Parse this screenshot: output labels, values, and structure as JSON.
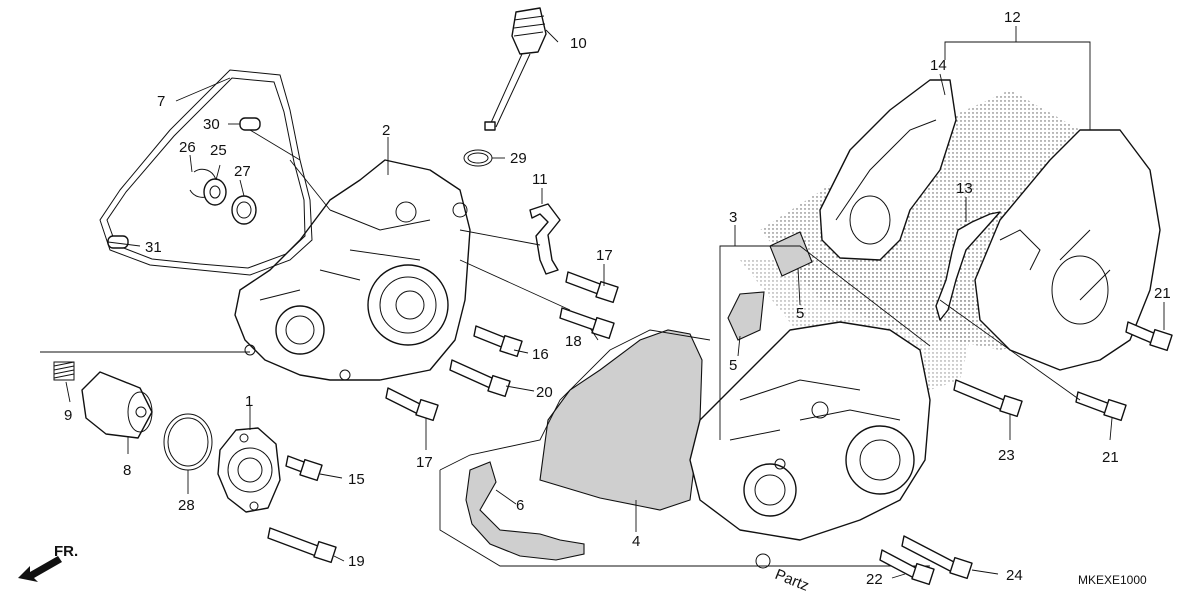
{
  "diagram": {
    "code": "MKEXE1000",
    "direction_label": "FR.",
    "watermark": "Partz",
    "callouts": {
      "c1": "1",
      "c2": "2",
      "c3": "3",
      "c4": "4",
      "c5a": "5",
      "c5b": "5",
      "c6": "6",
      "c7": "7",
      "c8": "8",
      "c9": "9",
      "c10": "10",
      "c11": "11",
      "c12": "12",
      "c13": "13",
      "c14": "14",
      "c15": "15",
      "c16": "16",
      "c17a": "17",
      "c17b": "17",
      "c18": "18",
      "c19": "19",
      "c20": "20",
      "c21a": "21",
      "c21b": "21",
      "c22": "22",
      "c23": "23",
      "c24": "24",
      "c25": "25",
      "c26": "26",
      "c27": "27",
      "c28": "28",
      "c29": "29",
      "c30": "30",
      "c31": "31"
    }
  }
}
